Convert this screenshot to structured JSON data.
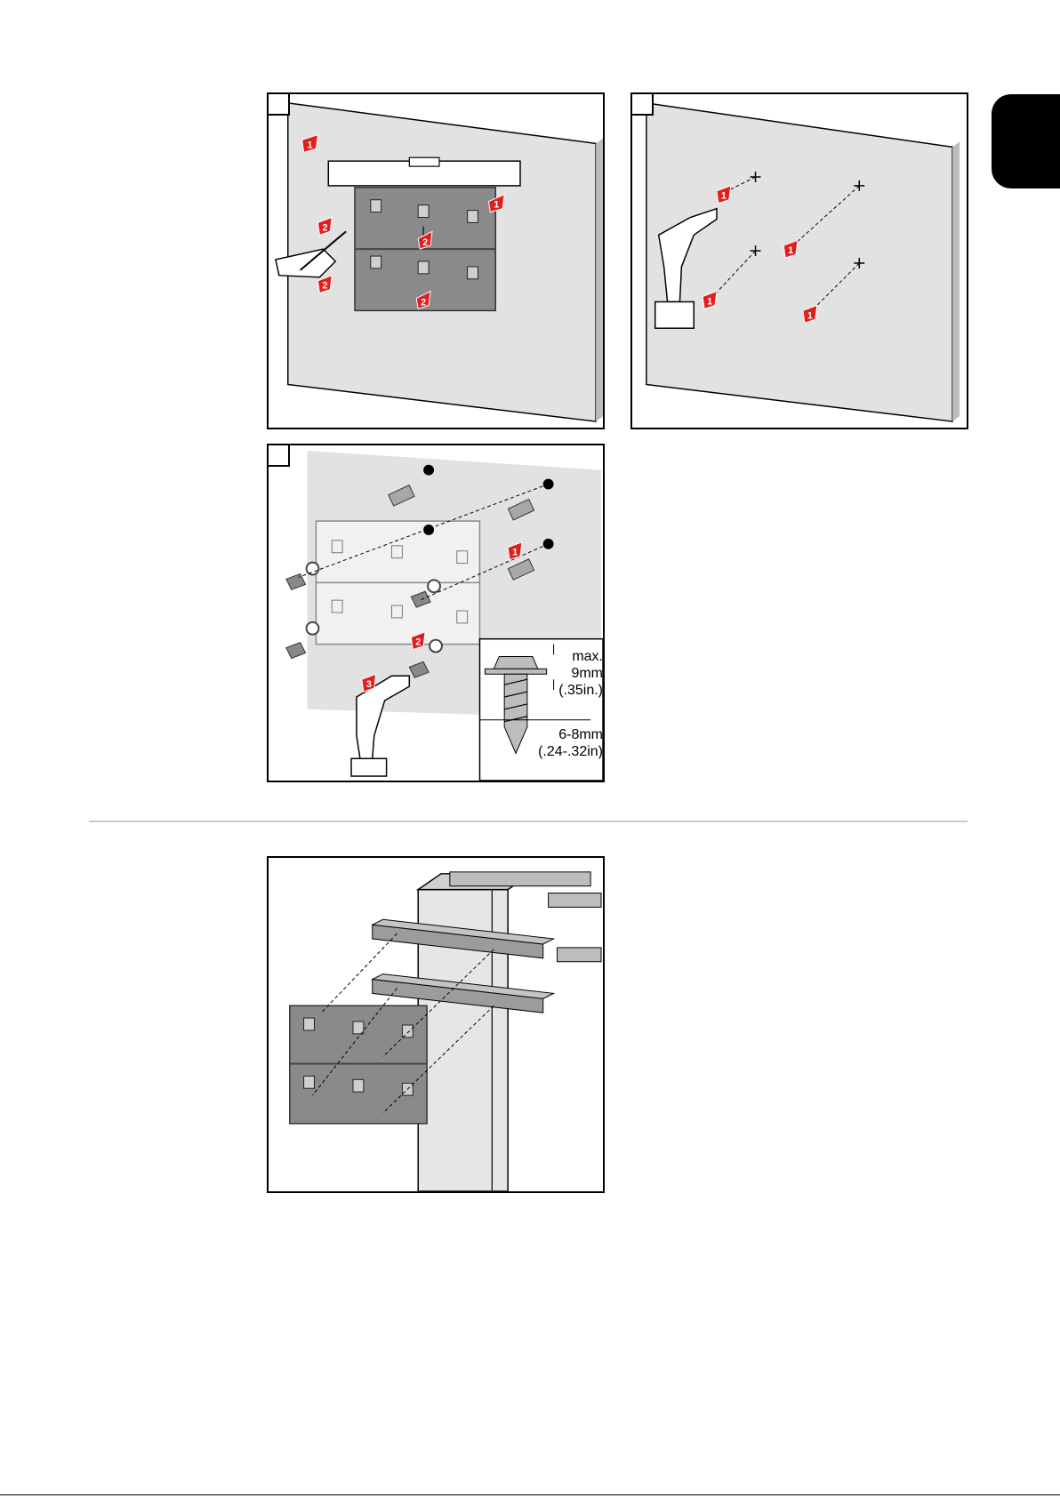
{
  "figures": {
    "fig1": {
      "step_label": ""
    },
    "fig2": {
      "step_label": ""
    },
    "fig3": {
      "step_label": "",
      "spec": {
        "head_height_label": "max.",
        "head_height_value": "9mm",
        "head_height_imperial": "(.35in.)",
        "diameter_value": "6-8mm",
        "diameter_imperial": "(.24-.32in)"
      }
    },
    "fig4": {
      "step_label": ""
    }
  },
  "callouts": {
    "one": "1",
    "two": "2",
    "three": "3"
  },
  "colors": {
    "wall": "#e2e2e2",
    "bracket": "#8a8a8a",
    "bracket_light": "#d8d8d8",
    "callout": "#e0201f",
    "tab": "#000000",
    "divider": "#c8c8c8"
  }
}
